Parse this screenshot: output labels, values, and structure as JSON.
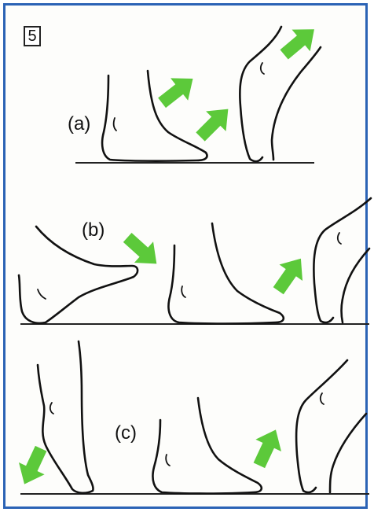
{
  "figure_number": "5",
  "rows": [
    {
      "label": "(a)"
    },
    {
      "label": "(b)"
    },
    {
      "label": "(c)"
    }
  ],
  "colors": {
    "arrow": "#5cc93a",
    "border": "#2b63b5",
    "line": "#111111"
  },
  "icons": [
    "up-right-arrow",
    "down-right-arrow",
    "down-left-arrow",
    "foot-outline"
  ]
}
